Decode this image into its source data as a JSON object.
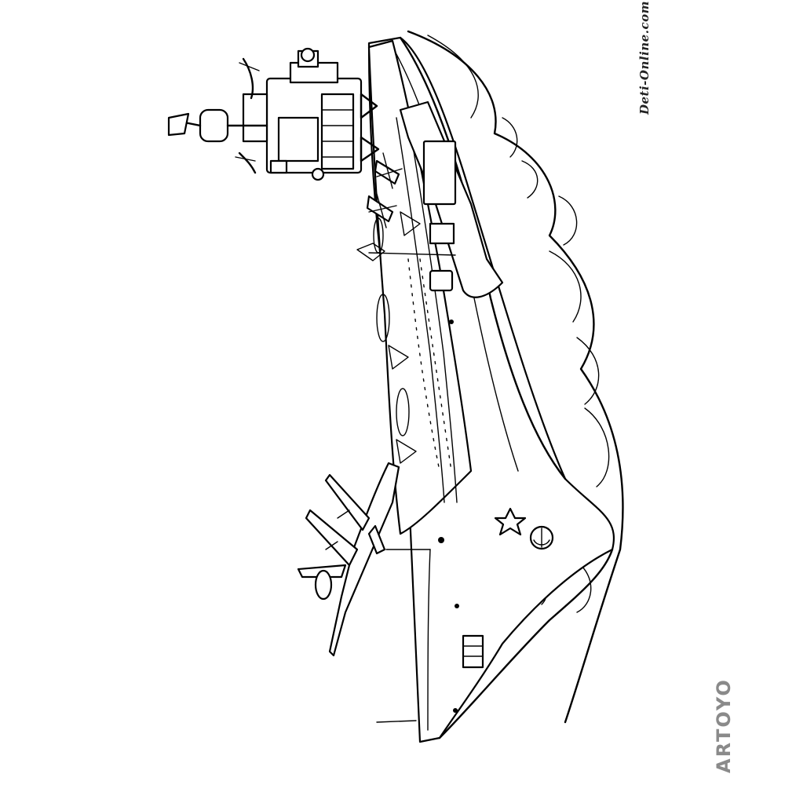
{
  "image": {
    "kind": "coloring-page",
    "subject_icons": [
      "aircraft-carrier-icon",
      "fighter-jet-icon",
      "island-superstructure-icon",
      "star-emblem-icon",
      "anchor-emblem-icon"
    ],
    "colors": {
      "ink": "#000000",
      "paper": "#ffffff",
      "watermark": "#8a8a8a"
    }
  },
  "watermarks": {
    "site": "Deti-Online.com",
    "brand": "ARTOYO"
  }
}
